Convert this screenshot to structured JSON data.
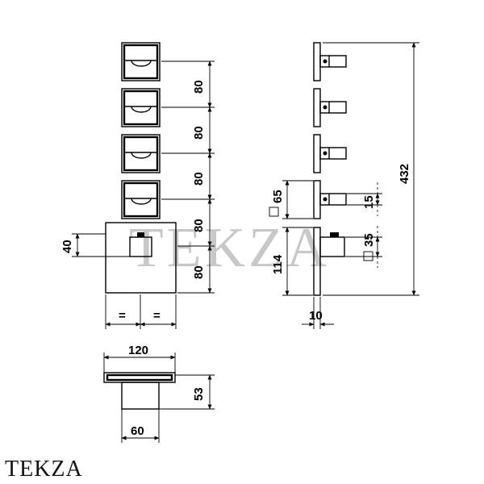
{
  "brand": "TEKZA",
  "watermark": "TEKZA",
  "dims": {
    "pitch": "80",
    "side_h": "40",
    "eq": "=",
    "width": "120",
    "depth": "53",
    "body_w": "60",
    "handle_sq": "65",
    "handle_w": "15",
    "body_sq": "35",
    "total_h": "432",
    "lower_h": "114",
    "plate_t": "10"
  }
}
